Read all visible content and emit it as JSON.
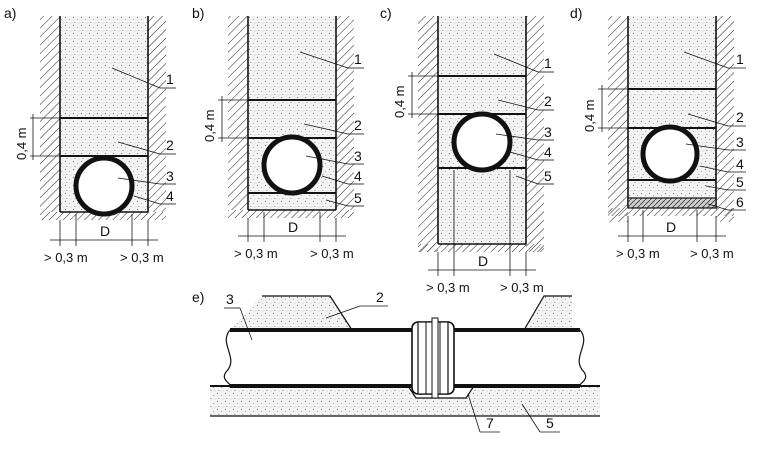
{
  "panels": [
    {
      "label": "a)",
      "dim_height": "0,4 m",
      "dim_diameter": "D",
      "clearance_left": "> 0,3 m",
      "clearance_right": "> 0,3 m",
      "callouts": [
        "1",
        "2",
        "3",
        "4"
      ]
    },
    {
      "label": "b)",
      "dim_height": "0,4 m",
      "dim_diameter": "D",
      "clearance_left": "> 0,3 m",
      "clearance_right": "> 0,3 m",
      "callouts": [
        "1",
        "2",
        "3",
        "4",
        "5"
      ]
    },
    {
      "label": "c)",
      "dim_height": "0,4 m",
      "dim_diameter": "D",
      "clearance_left": "> 0,3 m",
      "clearance_right": "> 0,3 m",
      "callouts": [
        "1",
        "2",
        "3",
        "4",
        "5"
      ]
    },
    {
      "label": "d)",
      "dim_height": "0,4 m",
      "dim_diameter": "D",
      "clearance_left": "> 0,3 m",
      "clearance_right": "> 0,3 m",
      "callouts": [
        "1",
        "2",
        "3",
        "4",
        "5",
        "6"
      ]
    }
  ],
  "longitudinal": {
    "label": "e)",
    "callouts": [
      "3",
      "2",
      "7",
      "5"
    ]
  }
}
